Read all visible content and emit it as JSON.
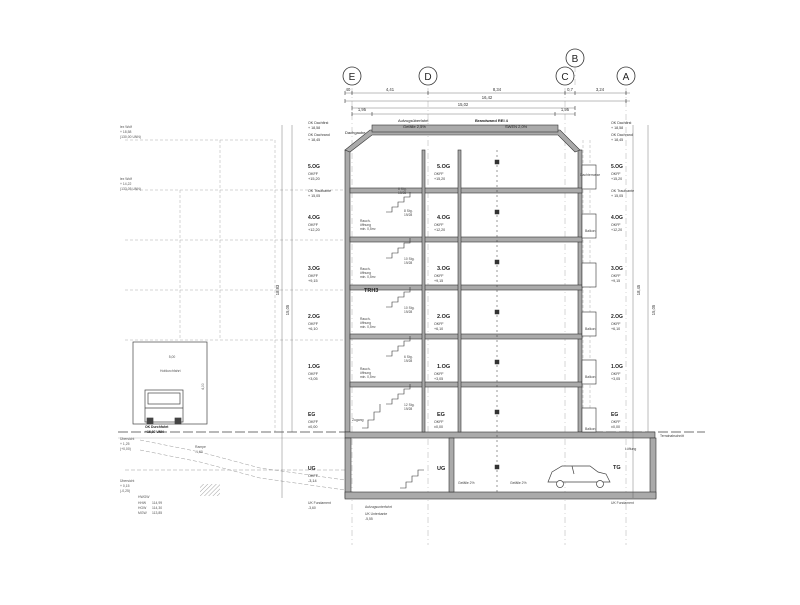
{
  "grid_axes": [
    {
      "id": "axis-e",
      "label": "E"
    },
    {
      "id": "axis-d",
      "label": "D"
    },
    {
      "id": "axis-b",
      "label": "B"
    },
    {
      "id": "axis-c",
      "label": "C"
    },
    {
      "id": "axis-a",
      "label": "A"
    }
  ],
  "top_dimensions": {
    "row1": [
      "40",
      "4,41",
      "8,34",
      "0,7",
      "3,24"
    ],
    "overall": "16,42",
    "row3": "15,02",
    "row4": [
      "1,95",
      "1,95"
    ]
  },
  "roof": {
    "label": "Brandwand REI 4",
    "gradient": "Gefälle 2,5%",
    "sw_label": "SWEN 2,0%",
    "lift_label": "Aufzugsüberfahrt",
    "left_label": "Dachgaube"
  },
  "floors": [
    {
      "name": "5.OG",
      "okff": "OKFF",
      "level": "+15,20"
    },
    {
      "name": "4.OG",
      "okff": "OKFF",
      "level": "+12,20"
    },
    {
      "name": "3.OG",
      "okff": "OKFF",
      "level": "+9,15"
    },
    {
      "name": "2.OG",
      "okff": "OKFF",
      "level": "+6,10"
    },
    {
      "name": "1.OG",
      "okff": "OKFF",
      "level": "+3,05"
    },
    {
      "name": "EG",
      "okff": "OKFF",
      "level": "±0,00"
    },
    {
      "name": "UG",
      "okff": "OKFF",
      "level": "-3,14"
    }
  ],
  "left_levels": [
    {
      "text": "OK Dachfirst",
      "value": "+ 18,58"
    },
    {
      "text": "OK Dachrand",
      "value": "+ 18,45"
    },
    {
      "text": "OK Traufkante",
      "value": "+ 15,05"
    }
  ],
  "right_levels": [
    {
      "text": "OK Dachfirst",
      "value": "+ 18,58"
    },
    {
      "text": "OK Dachrand",
      "value": "+ 18,45"
    },
    {
      "text": "OK Traufkante",
      "value": "+ 15,05"
    }
  ],
  "left_annotations": {
    "top": [
      "lex Wolf",
      "+ 18,58",
      "(130,00 UNN)"
    ],
    "mid": [
      "lex Wolf",
      "+ 14,22",
      "(133,05 UNN)"
    ],
    "lower": [
      "Übersicht",
      "+ 1,25",
      "(+0,00)"
    ],
    "bottom": [
      "Übersicht",
      "+ 0,15",
      "(-0,25)"
    ],
    "truck_label": "Hofdurchfahrt",
    "truck_dim_w": "5,00",
    "truck_dim_h": "4,00",
    "entry_label": "OK Durchfahrt",
    "entry_value": "+16,92 UNN",
    "ramp_label": "Rampe",
    "ramp_value": "-1,60",
    "hwst_lines": [
      "HHW",
      "HGW",
      "MGW"
    ],
    "hwst_values": [
      "114,99",
      "114,30",
      "113,85"
    ],
    "hwgw": "HWGW"
  },
  "right_annotations": {
    "dachterrasse": "Dachterrasse",
    "balkon": "Balkon",
    "tg": "TG",
    "ok_fundament": "UK Fundament",
    "terrain": "Terrainabschnitt",
    "kellergrenze": "Lüftung"
  },
  "stair_labels": {
    "s1": [
      "8 Stg.",
      "19/28"
    ],
    "s2": [
      "8 Stg.",
      "19/28"
    ],
    "s3": [
      "10 Stg.",
      "19/28"
    ],
    "s4": [
      "10 Stg.",
      "19/28"
    ],
    "s5": [
      "6 Stg.",
      "19/28"
    ],
    "s6": [
      "12 Stg.",
      "19/28"
    ],
    "trh": "TRH3",
    "rauch": [
      "Rauch-",
      "öffnung",
      "min. 0,5m²"
    ]
  },
  "basement": {
    "gefaelle1": "Gefälle 2%",
    "gefaelle2": "Gefälle 2%",
    "aufzug": "Aufzugsunterfahrt",
    "uk_value": "UK Unterkante",
    "uk_num": "-5,55",
    "fundament_value": "-3,60",
    "zugang": "Zugang"
  },
  "vertical_dims": {
    "left_overall": "18,83",
    "left_part": "15,05",
    "right_overall": "18,45",
    "right_part": "15,05"
  }
}
